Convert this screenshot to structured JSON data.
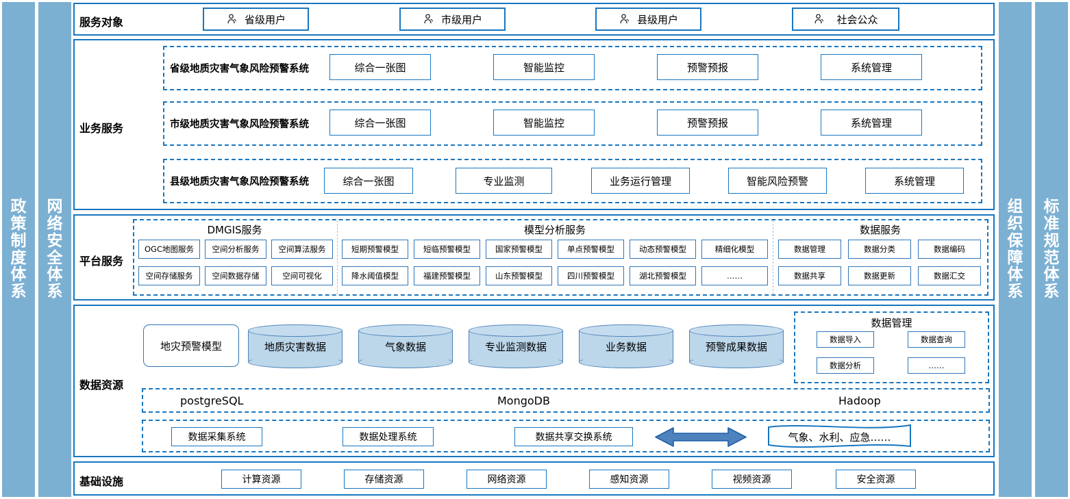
{
  "side_bars": {
    "left": [
      {
        "name": "policy-system",
        "label": "政策制度体系"
      },
      {
        "name": "network-security",
        "label": "网络安全体系"
      }
    ],
    "right": [
      {
        "name": "organization-guarantee",
        "label": "组织保障体系"
      },
      {
        "name": "standard-spec",
        "label": "标准规范体系"
      }
    ]
  },
  "service_objects": {
    "label": "服务对象",
    "icon": "person-icon",
    "items": [
      "省级用户",
      "市级用户",
      "县级用户",
      "社会公众"
    ]
  },
  "business_service": {
    "label": "业务服务",
    "rows": [
      {
        "system": "省级地质灾害气象风险预警系统",
        "modules": [
          "综合一张图",
          "智能监控",
          "预警预报",
          "系统管理"
        ]
      },
      {
        "system": "市级地质灾害气象风险预警系统",
        "modules": [
          "综合一张图",
          "智能监控",
          "预警预报",
          "系统管理"
        ]
      },
      {
        "system": "县级地质灾害气象风险预警系统",
        "modules": [
          "综合一张图",
          "专业监测",
          "业务运行管理",
          "智能风险预警",
          "系统管理"
        ]
      }
    ]
  },
  "platform_service": {
    "label": "平台服务",
    "groups": [
      {
        "title": "DMGIS服务",
        "row1": [
          "OGC地图服务",
          "空间分析服务",
          "空间算法服务"
        ],
        "row2": [
          "空间存储服务",
          "空间数据存储",
          "空间可视化"
        ]
      },
      {
        "title": "模型分析服务",
        "row1": [
          "短期预警模型",
          "短临预警模型",
          "国家预警模型",
          "单点预警模型",
          "动态预警模型",
          "精细化模型"
        ],
        "row2": [
          "降水阈值模型",
          "福建预警模型",
          "山东预警模型",
          "四川预警模型",
          "湖北预警模型",
          "……"
        ]
      },
      {
        "title": "数据服务",
        "row1": [
          "数据管理",
          "数据分类",
          "数据编码"
        ],
        "row2": [
          "数据共享",
          "数据更新",
          "数据汇交"
        ]
      }
    ]
  },
  "data_resource": {
    "label": "数据资源",
    "model_box": "地灾预警模型",
    "cylinders": [
      "地质灾害数据",
      "气象数据",
      "专业监测数据",
      "业务数据",
      "预警成果数据"
    ],
    "data_management": {
      "title": "数据管理",
      "items": [
        "数据导入",
        "数据查询",
        "数据分析",
        "……"
      ]
    },
    "databases": [
      "postgreSQL",
      "MongoDB",
      "Hadoop"
    ],
    "pipeline": {
      "systems": [
        "数据采集系统",
        "数据处理系统",
        "数据共享交换系统"
      ],
      "arrow": "double-arrow-icon",
      "external": "气象、水利、应急……"
    }
  },
  "infrastructure": {
    "label": "基础设施",
    "items": [
      "计算资源",
      "存储资源",
      "网络资源",
      "感知资源",
      "视频资源",
      "安全资源"
    ]
  },
  "colors": {
    "sidebar": "#7CB0D3",
    "frame_border": "#1776C0",
    "box_border": "#2E75B6",
    "cylinder_fill": "#BCD6EA",
    "arrow_fill": "#4E82BC"
  }
}
